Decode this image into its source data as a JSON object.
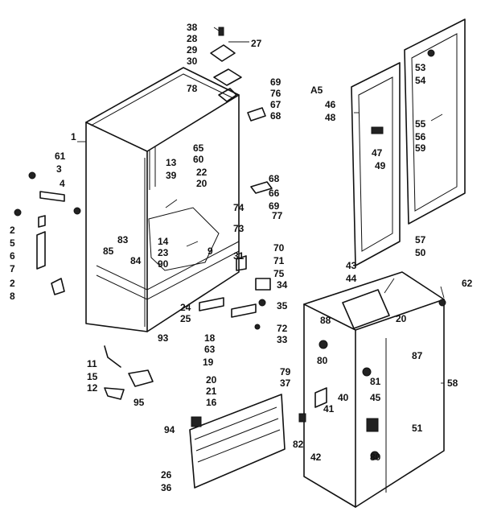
{
  "diagram": {
    "section_label": "A5",
    "callouts": [
      "38",
      "28",
      "29",
      "30",
      "27",
      "78",
      "69",
      "76",
      "67",
      "68",
      "1",
      "61",
      "3",
      "4",
      "2",
      "5",
      "6",
      "7",
      "2",
      "8",
      "13",
      "60",
      "22",
      "39",
      "20",
      "65",
      "68",
      "66",
      "69",
      "74",
      "77",
      "73",
      "70",
      "14",
      "23",
      "71",
      "83",
      "85",
      "84",
      "90",
      "9",
      "31",
      "75",
      "34",
      "24",
      "25",
      "35",
      "72",
      "33",
      "18",
      "63",
      "19",
      "11",
      "93",
      "20",
      "15",
      "21",
      "12",
      "95",
      "16",
      "79",
      "37",
      "94",
      "26",
      "36",
      "46",
      "48",
      "47",
      "49",
      "53",
      "54",
      "55",
      "56",
      "59",
      "57",
      "50",
      "43",
      "44",
      "62",
      "88",
      "20",
      "80",
      "87",
      "58",
      "81",
      "45",
      "40",
      "41",
      "51",
      "82",
      "42",
      "80"
    ]
  }
}
